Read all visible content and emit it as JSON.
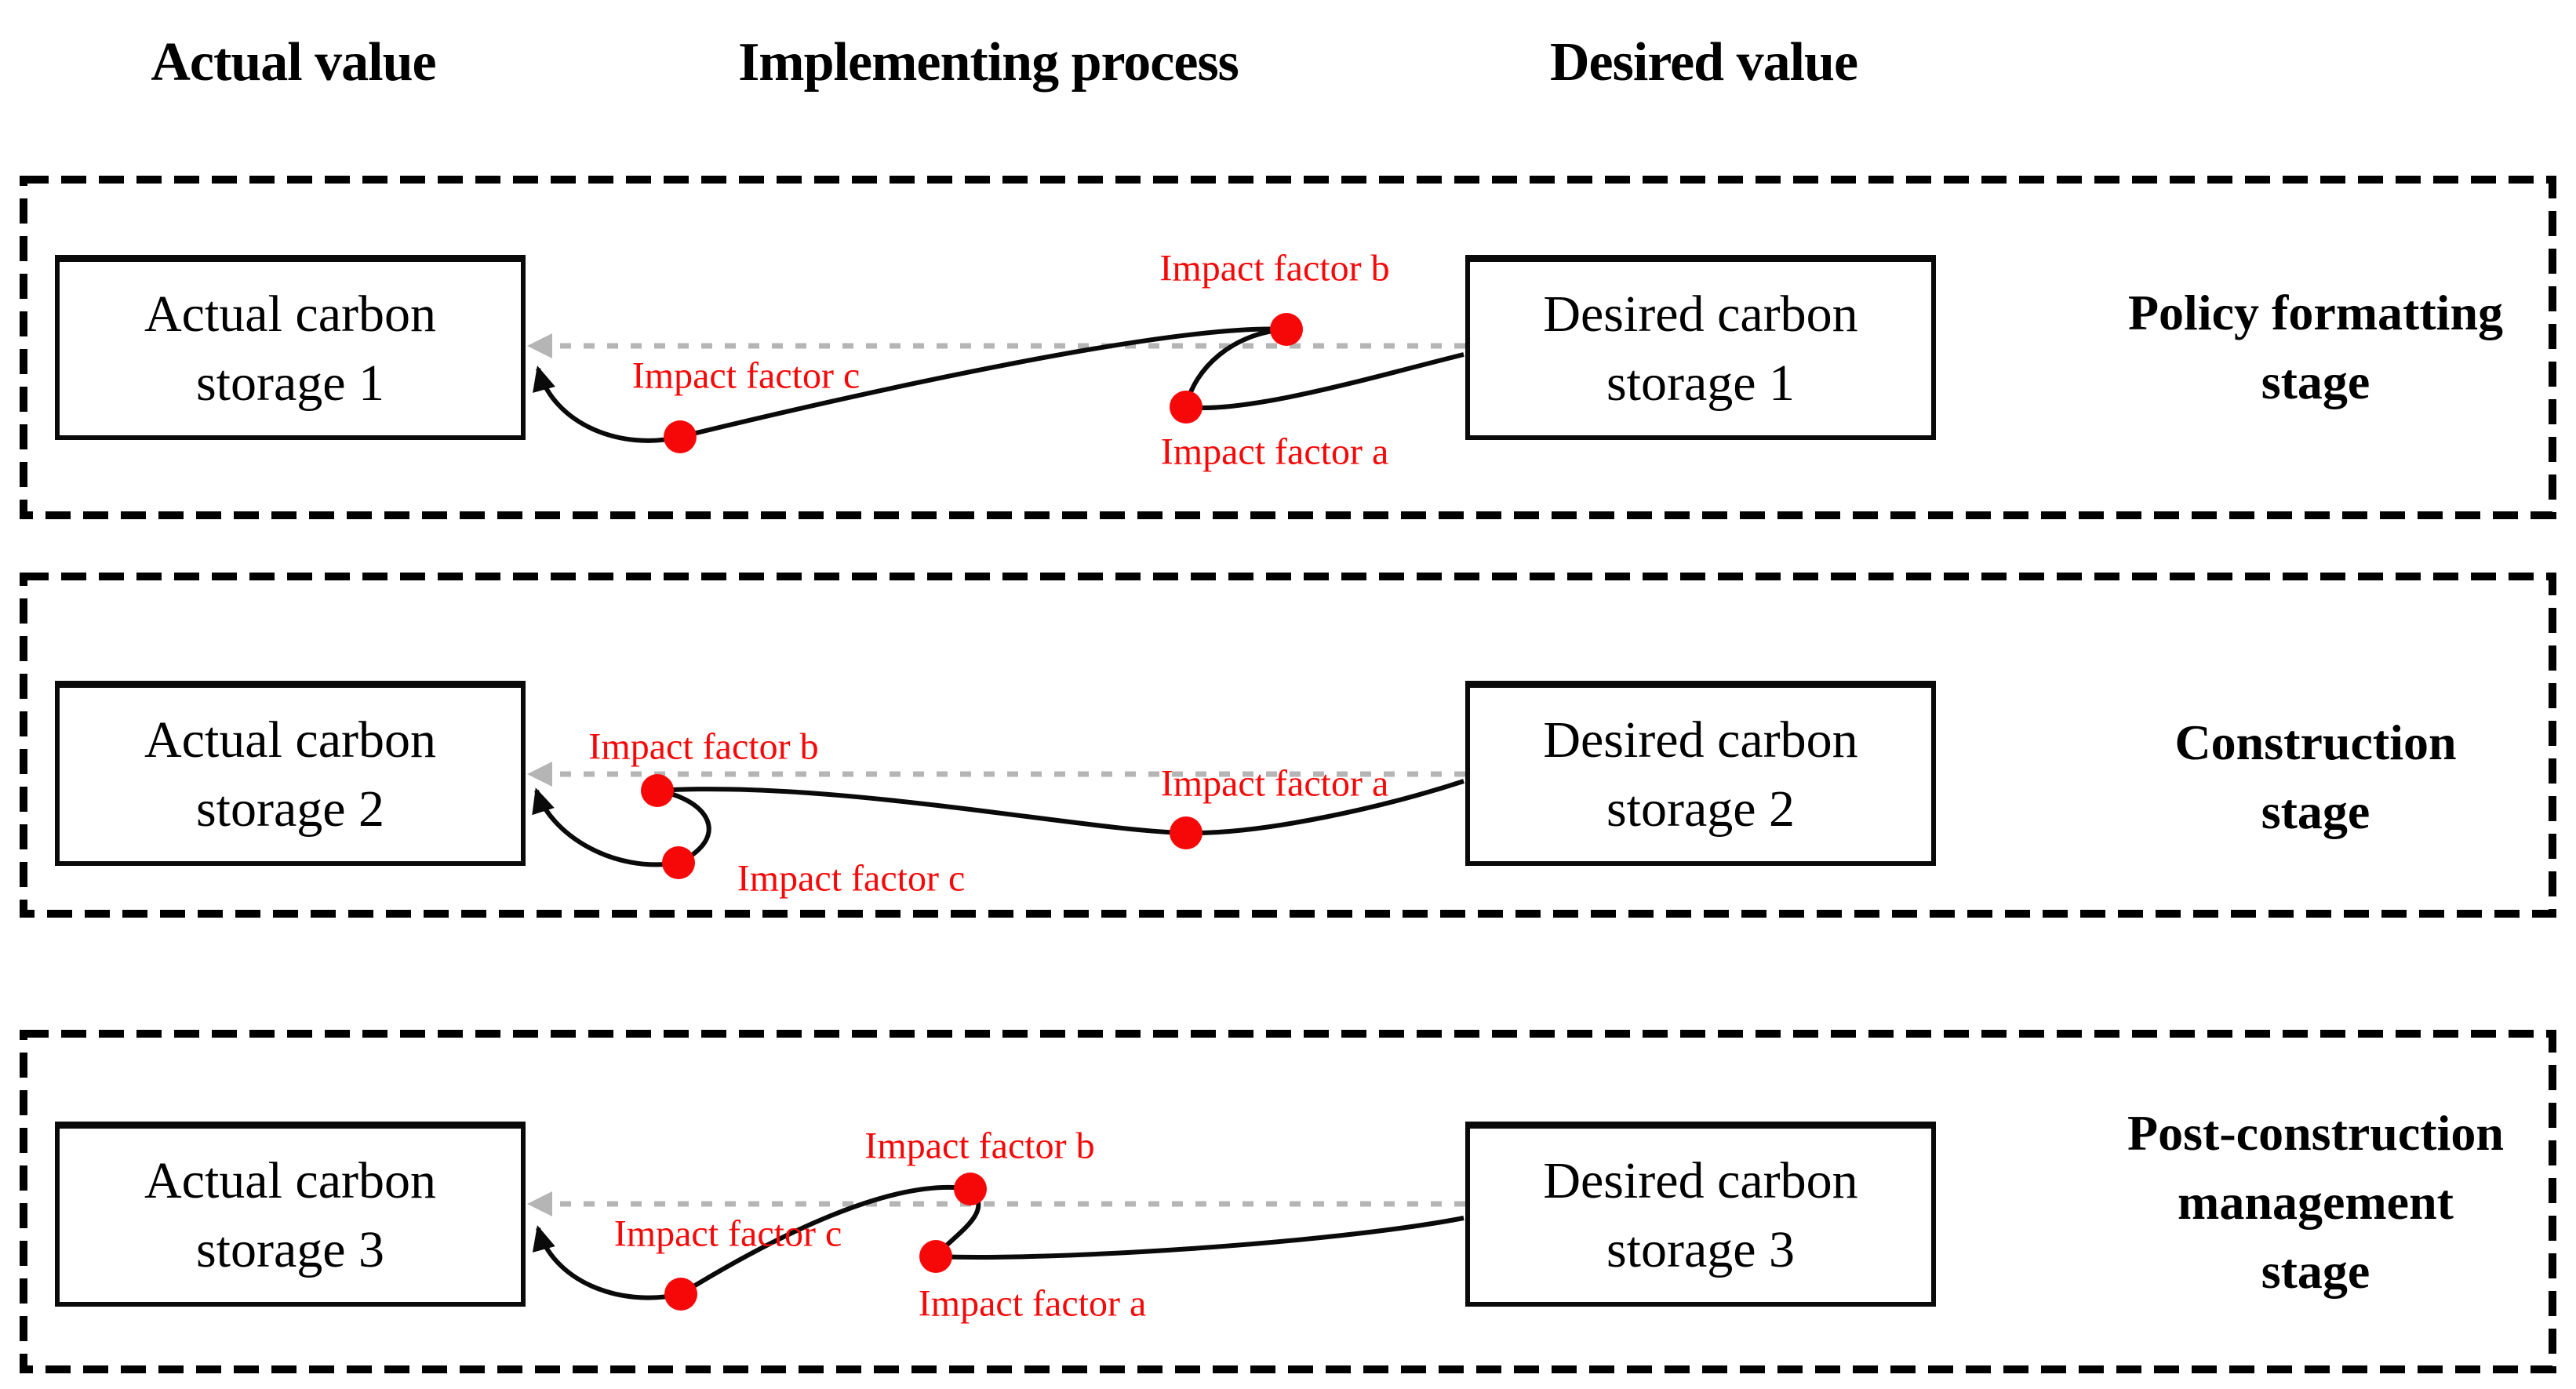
{
  "colors": {
    "red": "#f70808",
    "gray": "#b5b5b5",
    "black": "#0a0a0a",
    "background": "#ffffff"
  },
  "headers": {
    "actual_value": "Actual value",
    "implementing_process": "Implementing process",
    "desired_value": "Desired value"
  },
  "stages": [
    {
      "actual_box": {
        "line1": "Actual carbon",
        "line2": "storage 1"
      },
      "desired_box": {
        "line1": "Desired carbon",
        "line2": "storage 1"
      },
      "stage_label": {
        "line1": "Policy formatting",
        "line2": "stage"
      },
      "impact_factors": {
        "a": "Impact factor a",
        "b": "Impact factor b",
        "c": "Impact factor c"
      }
    },
    {
      "actual_box": {
        "line1": "Actual carbon",
        "line2": "storage 2"
      },
      "desired_box": {
        "line1": "Desired carbon",
        "line2": "storage 2"
      },
      "stage_label": {
        "line1": "Construction",
        "line2": "stage"
      },
      "impact_factors": {
        "a": "Impact factor a",
        "b": "Impact factor b",
        "c": "Impact factor c"
      }
    },
    {
      "actual_box": {
        "line1": "Actual carbon",
        "line2": "storage 3"
      },
      "desired_box": {
        "line1": "Desired carbon",
        "line2": "storage 3"
      },
      "stage_label": {
        "line1": "Post-construction",
        "line2": "management",
        "line3": "stage"
      },
      "impact_factors": {
        "a": "Impact factor a",
        "b": "Impact factor b",
        "c": "Impact factor c"
      }
    }
  ]
}
